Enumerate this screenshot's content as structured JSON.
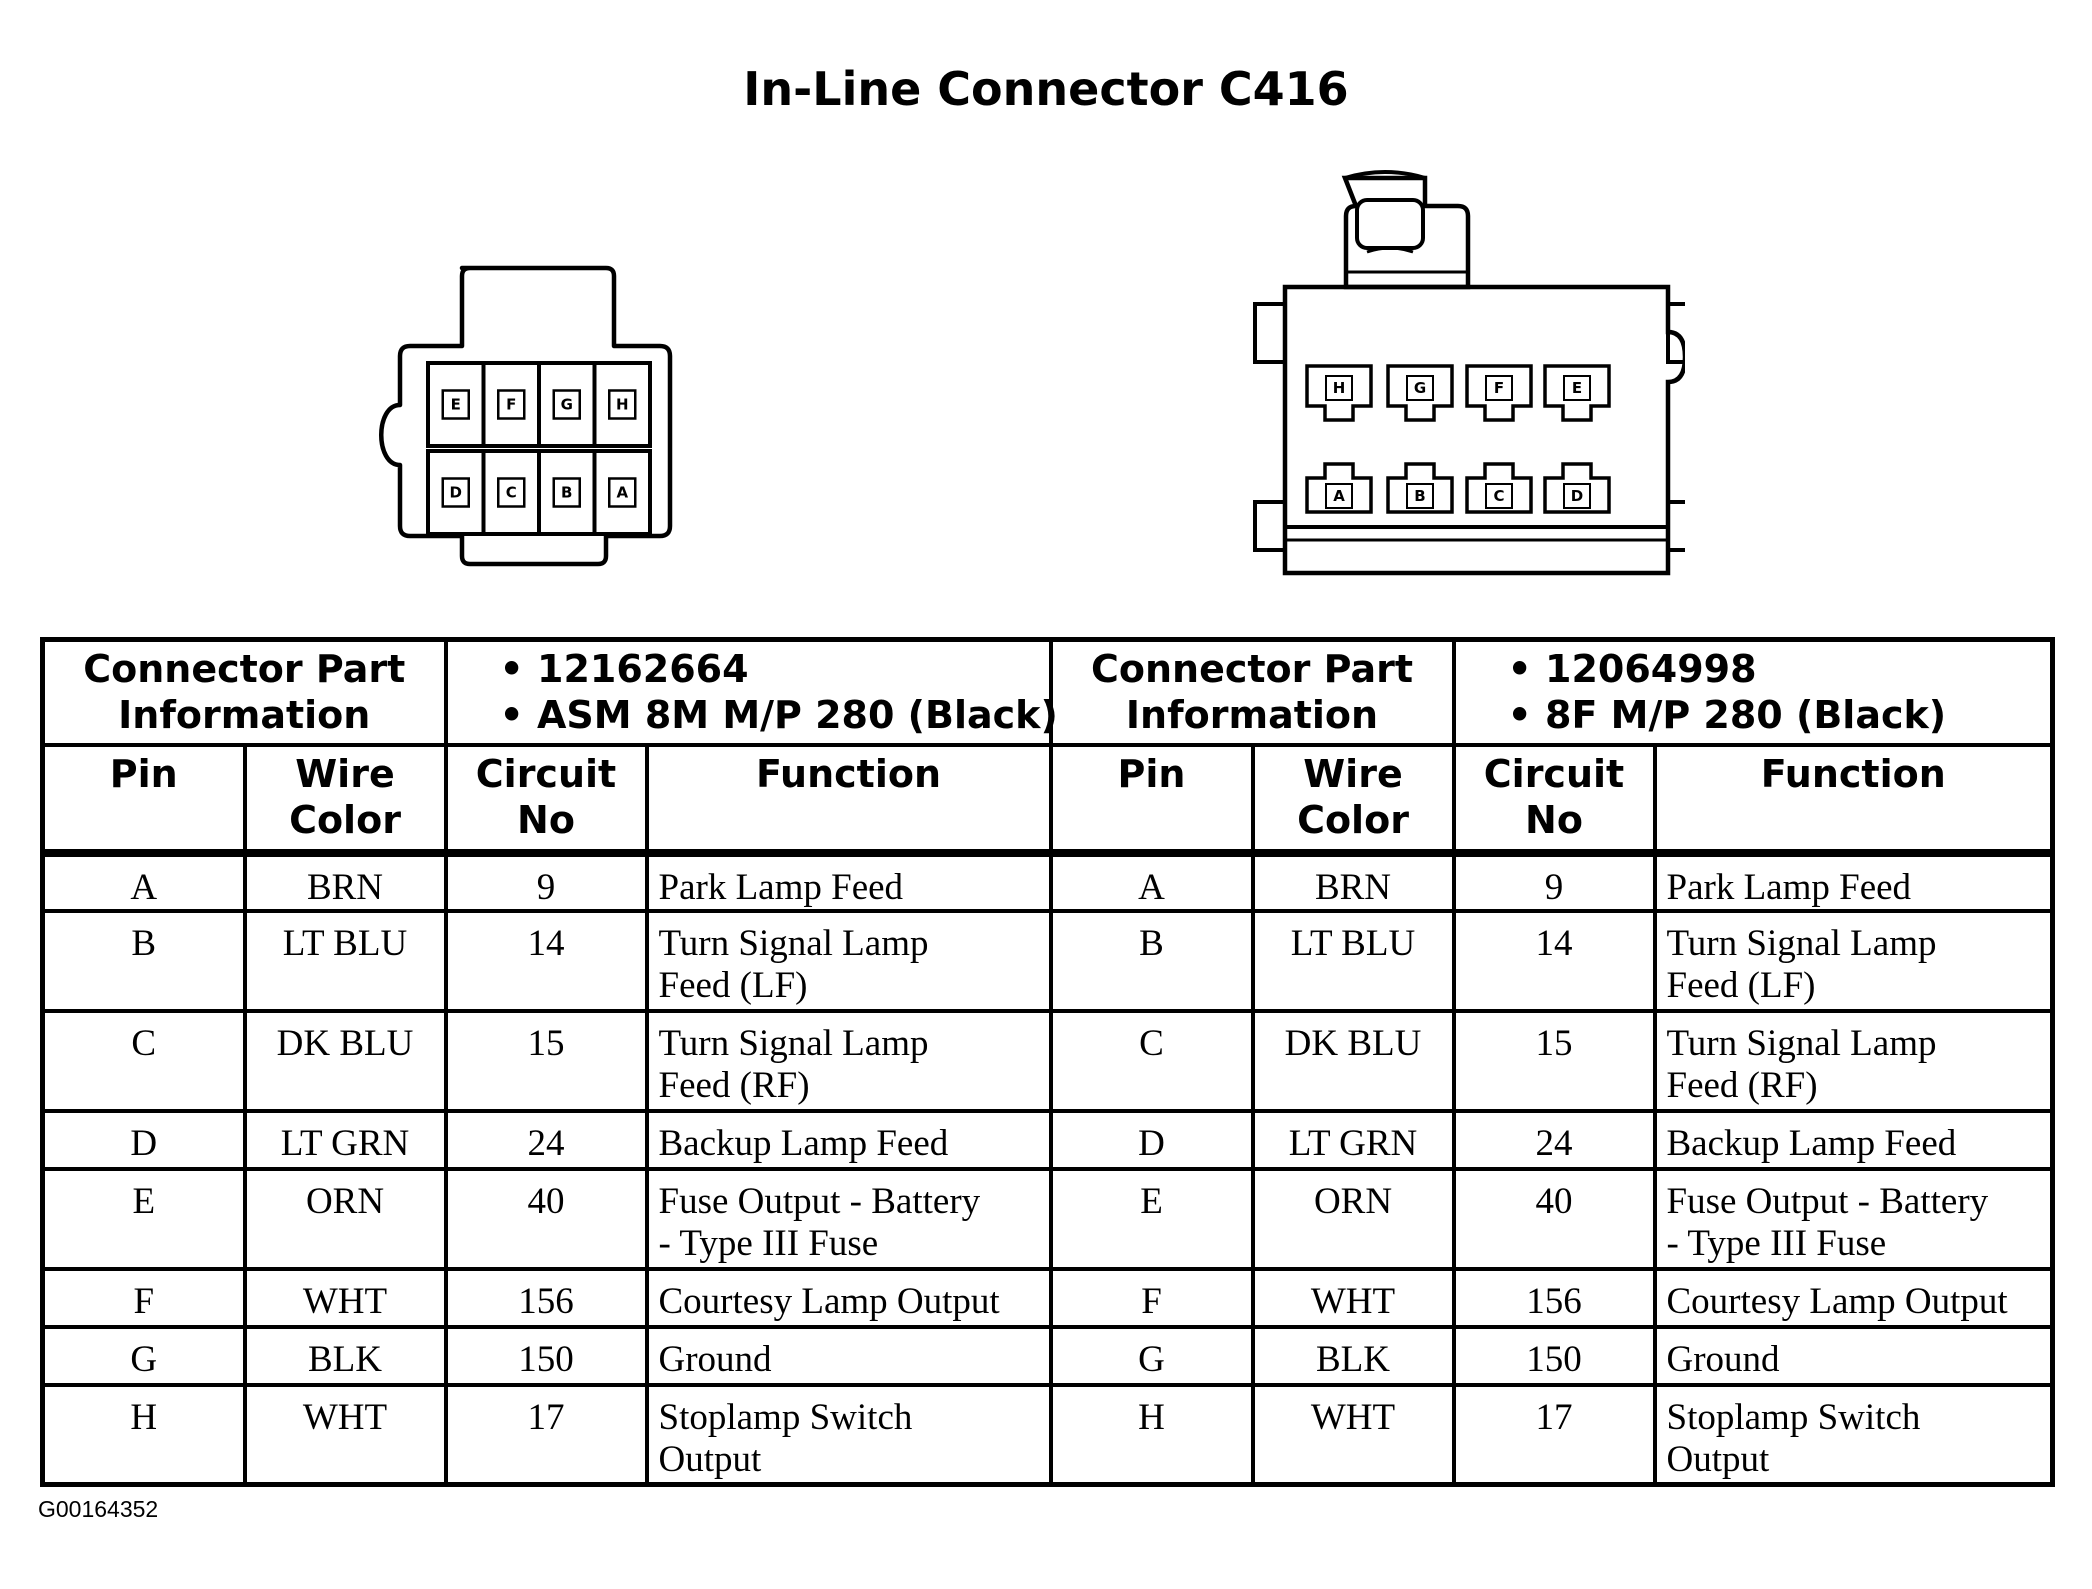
{
  "title": "In-Line Connector C416",
  "connector_left": {
    "pins_top": [
      "E",
      "F",
      "G",
      "H"
    ],
    "pins_bottom": [
      "D",
      "C",
      "B",
      "A"
    ]
  },
  "connector_right": {
    "pins_top": [
      "H",
      "G",
      "F",
      "E"
    ],
    "pins_bottom": [
      "A",
      "B",
      "C",
      "D"
    ]
  },
  "table": {
    "part_info_label_line1": "Connector Part",
    "part_info_label_line2": "Information",
    "left": {
      "part_line1": "• 12162664",
      "part_line2": "• ASM 8M M/P 280 (Black)"
    },
    "right": {
      "part_line1": "• 12064998",
      "part_line2": "• 8F M/P 280 (Black)"
    },
    "headers": {
      "pin": "Pin",
      "wire_line1": "Wire",
      "wire_line2": "Color",
      "circuit_line1": "Circuit",
      "circuit_line2": "No",
      "function": "Function"
    },
    "rows": [
      {
        "pin": "A",
        "wire": "BRN",
        "circuit": "9",
        "func1": "Park Lamp Feed",
        "func2": ""
      },
      {
        "pin": "B",
        "wire": "LT BLU",
        "circuit": "14",
        "func1": "Turn Signal Lamp",
        "func2": "Feed (LF)"
      },
      {
        "pin": "C",
        "wire": "DK BLU",
        "circuit": "15",
        "func1": "Turn Signal Lamp",
        "func2": "Feed (RF)"
      },
      {
        "pin": "D",
        "wire": "LT GRN",
        "circuit": "24",
        "func1": "Backup Lamp Feed",
        "func2": ""
      },
      {
        "pin": "E",
        "wire": "ORN",
        "circuit": "40",
        "func1": "Fuse Output - Battery",
        "func2": "- Type III Fuse"
      },
      {
        "pin": "F",
        "wire": "WHT",
        "circuit": "156",
        "func1": "Courtesy Lamp Output",
        "func2": ""
      },
      {
        "pin": "G",
        "wire": "BLK",
        "circuit": "150",
        "func1": "Ground",
        "func2": ""
      },
      {
        "pin": "H",
        "wire": "WHT",
        "circuit": "17",
        "func1": "Stoplamp Switch",
        "func2": "Output"
      }
    ]
  },
  "footer_code": "G00164352"
}
